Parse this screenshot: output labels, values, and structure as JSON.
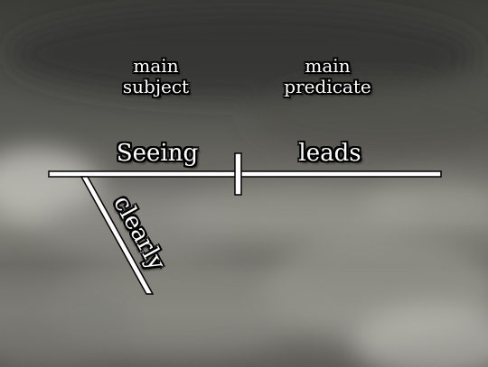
{
  "headings": {
    "subject": {
      "line1": "main",
      "line2": "subject"
    },
    "predicate": {
      "line1": "main",
      "line2": "predicate"
    }
  },
  "words": {
    "subject": "Seeing",
    "predicate": "leads",
    "modifier": "clearly"
  },
  "colors": {
    "line_fill": "#ffffff",
    "line_outline": "#000000",
    "sky_dark": "#3b3b38",
    "sky_light": "#85847d"
  }
}
